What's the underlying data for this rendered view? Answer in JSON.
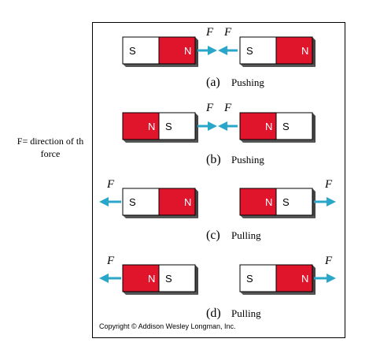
{
  "side_note": {
    "line1": "F= direction of th",
    "line2": "force"
  },
  "force_symbol": "F",
  "panels": [
    {
      "caption_letter": "(a)",
      "caption_word": "Pushing",
      "left_magnet": [
        "S",
        "N"
      ],
      "right_magnet": [
        "S",
        "N"
      ],
      "arrows": "inward"
    },
    {
      "caption_letter": "(b)",
      "caption_word": "Pushing",
      "left_magnet": [
        "N",
        "S"
      ],
      "right_magnet": [
        "N",
        "S"
      ],
      "arrows": "inward"
    },
    {
      "caption_letter": "(c)",
      "caption_word": "Pulling",
      "left_magnet": [
        "S",
        "N"
      ],
      "right_magnet": [
        "N",
        "S"
      ],
      "arrows": "outward"
    },
    {
      "caption_letter": "(d)",
      "caption_word": "Pulling",
      "left_magnet": [
        "N",
        "S"
      ],
      "right_magnet": [
        "S",
        "N"
      ],
      "arrows": "outward"
    }
  ],
  "copyright": "Copyright © Addison Wesley Longman, Inc.",
  "colors": {
    "north_pole": "#e0142b",
    "south_pole": "#ffffff",
    "arrow": "#2aa6c8",
    "frame": "#000000"
  }
}
